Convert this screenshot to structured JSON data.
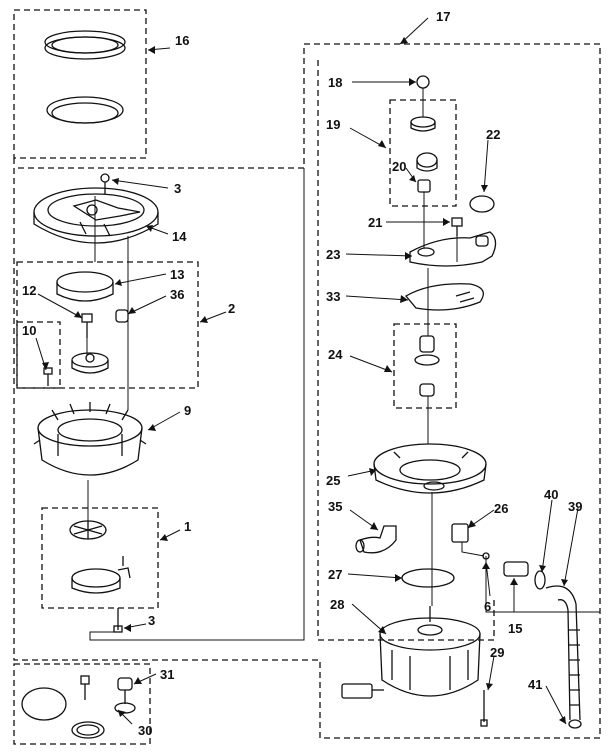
{
  "callouts": [
    {
      "id": "c1",
      "text": "1"
    },
    {
      "id": "c2",
      "text": "2"
    },
    {
      "id": "c3a",
      "text": "3"
    },
    {
      "id": "c3b",
      "text": "3"
    },
    {
      "id": "c6",
      "text": "6"
    },
    {
      "id": "c9",
      "text": "9"
    },
    {
      "id": "c10",
      "text": "10"
    },
    {
      "id": "c12",
      "text": "12"
    },
    {
      "id": "c13",
      "text": "13"
    },
    {
      "id": "c14",
      "text": "14"
    },
    {
      "id": "c15",
      "text": "15"
    },
    {
      "id": "c16",
      "text": "16"
    },
    {
      "id": "c17",
      "text": "17"
    },
    {
      "id": "c18",
      "text": "18"
    },
    {
      "id": "c19",
      "text": "19"
    },
    {
      "id": "c20",
      "text": "20"
    },
    {
      "id": "c21",
      "text": "21"
    },
    {
      "id": "c22",
      "text": "22"
    },
    {
      "id": "c23",
      "text": "23"
    },
    {
      "id": "c24",
      "text": "24"
    },
    {
      "id": "c25",
      "text": "25"
    },
    {
      "id": "c26",
      "text": "26"
    },
    {
      "id": "c27",
      "text": "27"
    },
    {
      "id": "c28",
      "text": "28"
    },
    {
      "id": "c29",
      "text": "29"
    },
    {
      "id": "c30",
      "text": "30"
    },
    {
      "id": "c31",
      "text": "31"
    },
    {
      "id": "c33",
      "text": "33"
    },
    {
      "id": "c35",
      "text": "35"
    },
    {
      "id": "c36",
      "text": "36"
    },
    {
      "id": "c39",
      "text": "39"
    },
    {
      "id": "c40",
      "text": "40"
    },
    {
      "id": "c41",
      "text": "41"
    }
  ]
}
